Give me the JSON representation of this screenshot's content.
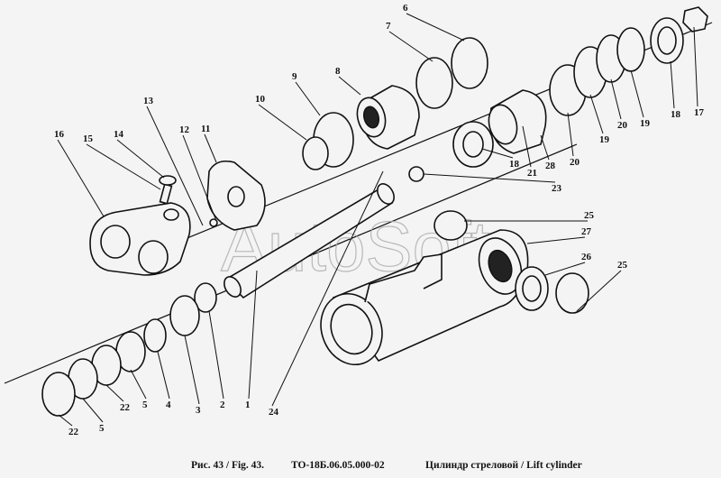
{
  "figure": {
    "watermark": "AutoSoft",
    "caption": {
      "figure_number": "Рис. 43 / Fig. 43.",
      "drawing_code": "ТО-18Б.06.05.000-02",
      "title": "Цилиндр стреловой / Lift cylinder"
    },
    "callouts": [
      "6",
      "7",
      "8",
      "9",
      "10",
      "11",
      "12",
      "13",
      "14",
      "15",
      "16",
      "17",
      "18",
      "19",
      "20",
      "19",
      "20",
      "18",
      "21",
      "28",
      "23",
      "25",
      "27",
      "26",
      "25",
      "1",
      "2",
      "3",
      "4",
      "5",
      "22",
      "5",
      "22",
      "24"
    ]
  }
}
